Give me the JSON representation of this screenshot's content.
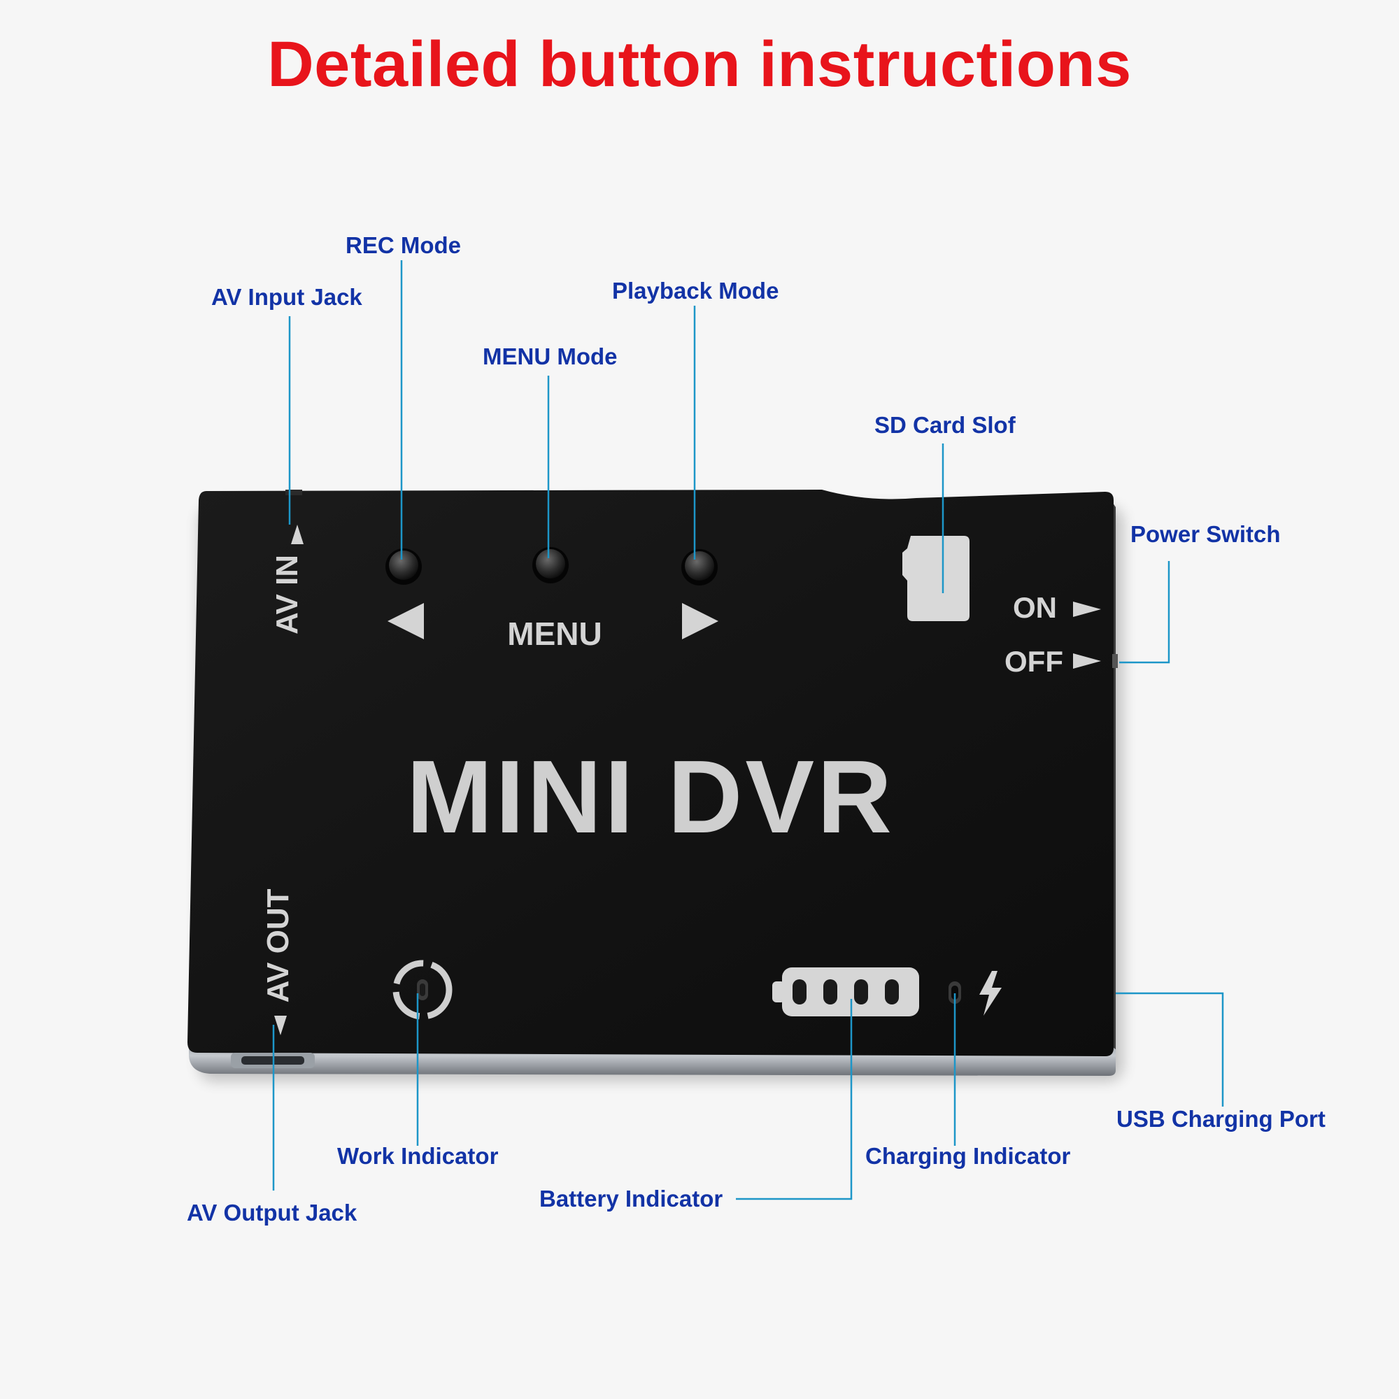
{
  "title": "Detailed button instructions",
  "colors": {
    "title": "#e8141b",
    "callout_text": "#1233a6",
    "leader_line": "#1d96c8",
    "device_body": "#151515",
    "device_print": "#d4d4d4"
  },
  "device": {
    "brand_text": "MINI DVR",
    "menu_label": "MENU",
    "av_in_label": "AV IN",
    "av_out_label": "AV OUT",
    "on_label": "ON",
    "off_label": "OFF",
    "icons": [
      "sd-card-icon",
      "left-triangle-icon",
      "right-triangle-icon",
      "power-ring-icon",
      "battery-bars-icon",
      "lightning-icon"
    ]
  },
  "callouts": {
    "rec_mode": "REC Mode",
    "av_input_jack": "AV Input Jack",
    "playback_mode": "Playback Mode",
    "menu_mode": "MENU Mode",
    "sd_card_slot": "SD Card Slof",
    "power_switch": "Power Switch",
    "usb_charging_port": "USB Charging Port",
    "work_indicator": "Work Indicator",
    "charging_indicator": "Charging Indicator",
    "battery_indicator": "Battery Indicator",
    "av_output_jack": "AV Output Jack"
  }
}
